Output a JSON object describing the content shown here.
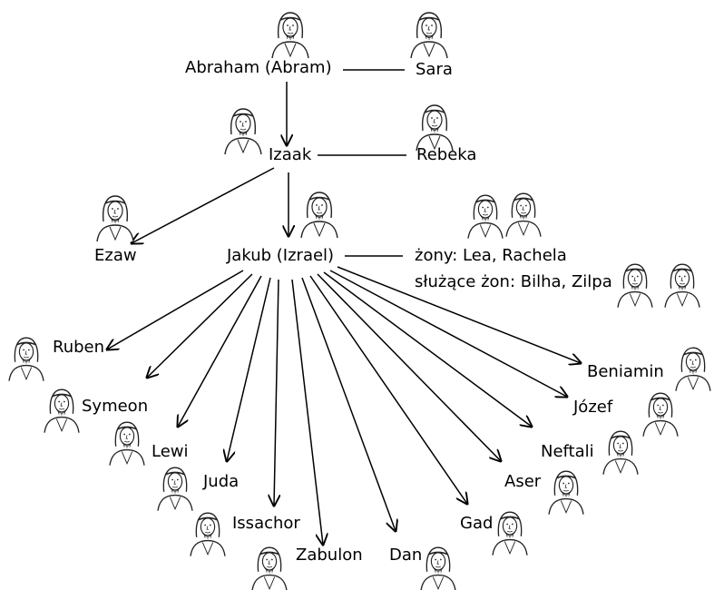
{
  "nodes": {
    "abraham": "Abraham (Abram)",
    "sara": "Sara",
    "izaak": "Izaak",
    "rebeka": "Rebeka",
    "ezaw": "Ezaw",
    "jakub": "Jakub (Izrael)",
    "zony": "żony: Lea, Rachela",
    "sluzace": "służące żon: Bilha, Zilpa"
  },
  "sons": [
    "Ruben",
    "Symeon",
    "Lewi",
    "Juda",
    "Issachor",
    "Zabulon",
    "Dan",
    "Gad",
    "Aser",
    "Neftali",
    "Józef",
    "Beniamin"
  ],
  "colors": {
    "line": "#000000",
    "portrait_stroke": "#222222",
    "portrait_fill": "#ffffff"
  },
  "icons": [
    "person-portrait-icon"
  ]
}
